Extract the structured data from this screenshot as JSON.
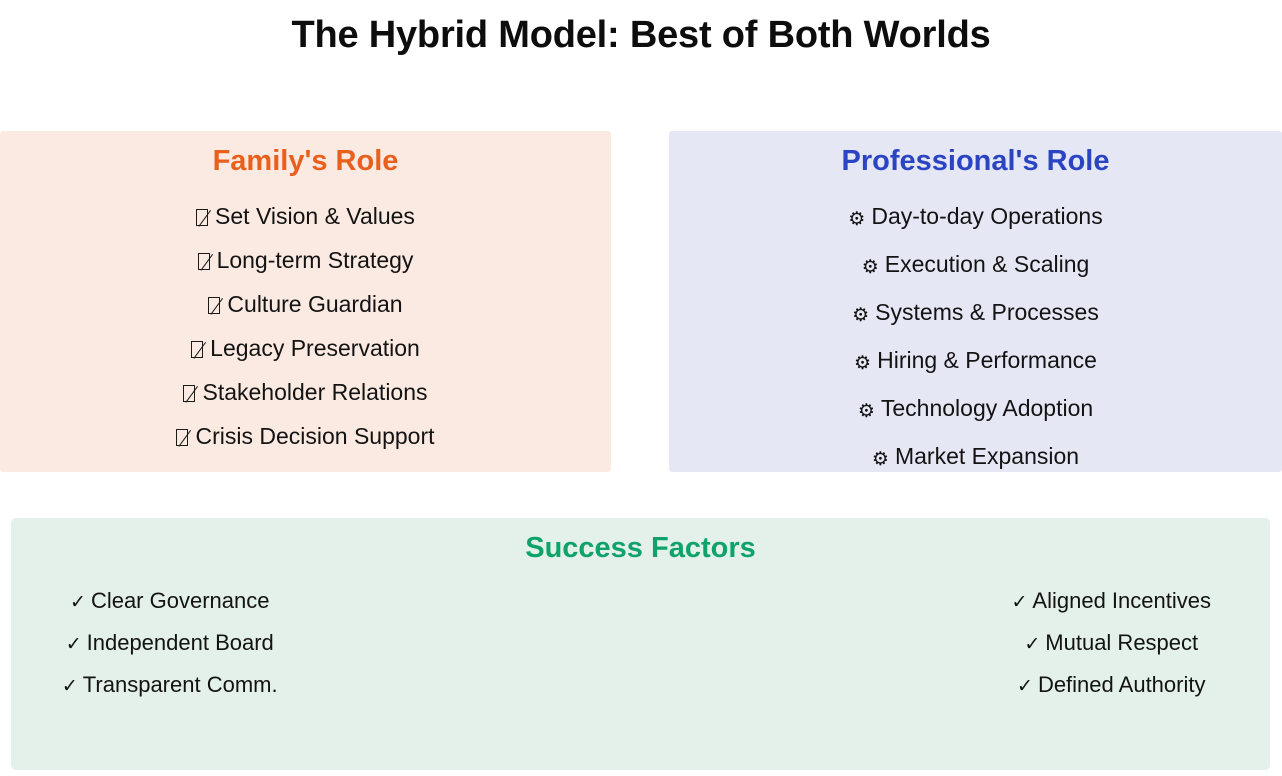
{
  "slide": {
    "title": "The Hybrid Model: Best of Both Worlds",
    "background_color": "#ffffff"
  },
  "panels": {
    "family": {
      "heading": "Family's Role",
      "heading_color": "#e8601c",
      "background_color": "#fbeae2",
      "bullet_icon": "missing-glyph-tofu-icon",
      "items": [
        "Set Vision & Values",
        "Long-term Strategy",
        "Culture Guardian",
        "Legacy Preservation",
        "Stakeholder Relations",
        "Crisis Decision Support"
      ]
    },
    "professional": {
      "heading": "Professional's Role",
      "heading_color": "#2a44c4",
      "background_color": "#e5e7f4",
      "bullet_icon": "gear-icon",
      "bullet_glyph": "⚙",
      "items": [
        "Day-to-day Operations",
        "Execution & Scaling",
        "Systems & Processes",
        "Hiring & Performance",
        "Technology Adoption",
        "Market Expansion"
      ]
    },
    "success": {
      "heading": "Success Factors",
      "heading_color": "#0fa36b",
      "background_color": "#e3f1ea",
      "bullet_icon": "check-icon",
      "bullet_glyph": "✓",
      "left_items": [
        "Clear Governance",
        "Independent Board",
        "Transparent Comm."
      ],
      "right_items": [
        "Aligned Incentives",
        "Mutual Respect",
        "Defined Authority"
      ]
    }
  }
}
